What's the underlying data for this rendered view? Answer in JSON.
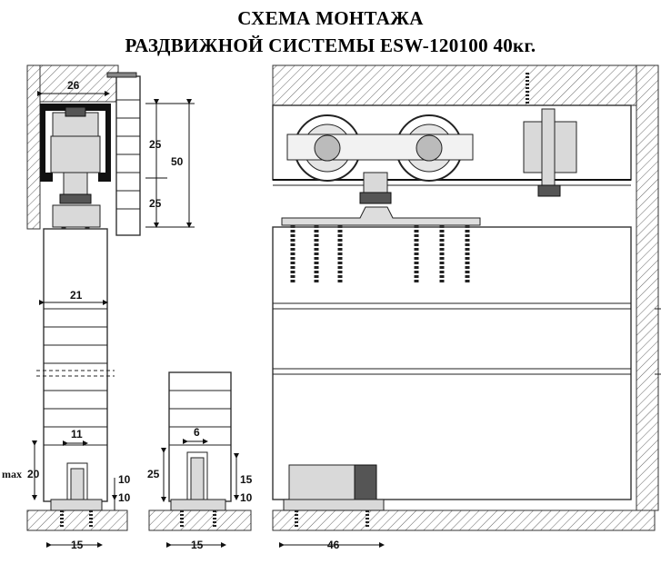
{
  "title": {
    "line1": "СХЕМА МОНТАЖА",
    "line2": "РАЗДВИЖНОЙ СИСТЕМЫ ESW-120100 40кг."
  },
  "dimensions": {
    "top_width": "26",
    "upper_25": "25",
    "lower_25": "25",
    "total_50": "50",
    "door_21": "21",
    "guide_11": "11",
    "guide_6": "6",
    "max_label": "max",
    "max_20": "20",
    "left_10a": "10",
    "left_10b": "10",
    "mid_25": "25",
    "mid_15": "15",
    "mid_10": "10",
    "bottom_15_left": "15",
    "bottom_15_mid": "15",
    "bottom_46": "46"
  }
}
